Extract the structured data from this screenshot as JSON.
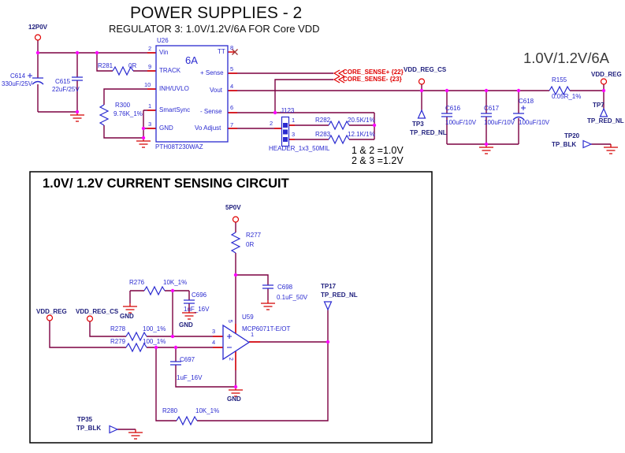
{
  "header": {
    "title": "POWER SUPPLIES - 2",
    "subtitle": "REGULATOR 3: 1.0V/1.2V/6A FOR Core VDD",
    "rating": "1.0V/1.2V/6A"
  },
  "colors": {
    "wire": "#7c0041",
    "pin_stub": "#e00000",
    "symbol_blue": "#2a2ad0",
    "net_label_navy": "#20207e",
    "junction_dot": "#ff00ff",
    "ground_red": "#d40000",
    "no_connect_x": "#a03030"
  },
  "regulator": {
    "input_net": "12P0V",
    "c614": {
      "ref": "C614",
      "value": "330uF/25V"
    },
    "c615": {
      "ref": "C615",
      "value": "22uF/25V"
    },
    "r281": {
      "ref": "R281",
      "value": "0R"
    },
    "r300": {
      "ref": "R300",
      "value": "9.76K_1%"
    },
    "u26": {
      "ref": "U26",
      "rating": "6A",
      "part": "PTH08T230WAZ",
      "pins_left": [
        {
          "n": "2",
          "name": "Vin"
        },
        {
          "n": "9",
          "name": "TRACK"
        },
        {
          "n": "10",
          "name": "INH/UVLO"
        },
        {
          "n": "1",
          "name": "SmartSync"
        },
        {
          "n": "3",
          "name": "GND"
        }
      ],
      "pins_right": [
        {
          "n": "8",
          "name": "TT"
        },
        {
          "n": "5",
          "name": "+ Sense"
        },
        {
          "n": "4",
          "name": "Vout"
        },
        {
          "n": "6",
          "name": "- Sense"
        },
        {
          "n": "7",
          "name": "Vo Adjust"
        }
      ]
    },
    "sense_plus": "CORE_SENSE+  {22}",
    "sense_minus": "CORE_SENSE-  {23}",
    "j123": {
      "ref": "J123",
      "part": "HEADER_1x3_50MIL",
      "pins": [
        "1",
        "2",
        "3"
      ]
    },
    "r282": {
      "ref": "R282",
      "value": "20.5K/1%"
    },
    "r283": {
      "ref": "R283",
      "value": "12.1K/1%"
    },
    "notes": [
      "1 & 2 =1.0V",
      "2 & 3 =1.2V"
    ],
    "out_cs_net": "VDD_REG_CS",
    "out_net": "VDD_REG",
    "c616": {
      "ref": "C616",
      "value": "100uF/10V"
    },
    "c617": {
      "ref": "C617",
      "value": "100uF/10V"
    },
    "c618": {
      "ref": "C618",
      "value": "100uF/10V"
    },
    "r155": {
      "ref": "R155",
      "value": "0.05R_1%"
    },
    "tp3": {
      "ref": "TP3",
      "type": "TP_RED_NL"
    },
    "tp7": {
      "ref": "TP7",
      "type": "TP_RED_NL"
    },
    "tp20": {
      "ref": "TP20",
      "type": "TP_BLK"
    }
  },
  "current_sense": {
    "box_title": "1.0V/ 1.2V CURRENT SENSING CIRCUIT",
    "supply_net": "5P0V",
    "r277": {
      "ref": "R277",
      "value": "0R"
    },
    "r276": {
      "ref": "R276",
      "value": "10K_1%"
    },
    "c696": {
      "ref": "C696",
      "value": "1uF_16V"
    },
    "c697": {
      "ref": "C697",
      "value": "1uF_16V"
    },
    "c698": {
      "ref": "C698",
      "value": "0.1uF_50V"
    },
    "r278": {
      "ref": "R278",
      "value": "100_1%"
    },
    "r279": {
      "ref": "R279",
      "value": "100_1%"
    },
    "r280": {
      "ref": "R280",
      "value": "10K_1%"
    },
    "u59": {
      "ref": "U59",
      "part": "MCP6071T-E/OT",
      "pins": {
        "out": "1",
        "in_plus": "3",
        "in_minus": "4",
        "vdd": "5",
        "vss": "2"
      }
    },
    "in_net": "VDD_REG",
    "in_cs_net": "VDD_REG_CS",
    "gnd_label": "GND",
    "tp17": {
      "ref": "TP17",
      "type": "TP_RED_NL"
    },
    "tp35": {
      "ref": "TP35",
      "type": "TP_BLK"
    }
  }
}
